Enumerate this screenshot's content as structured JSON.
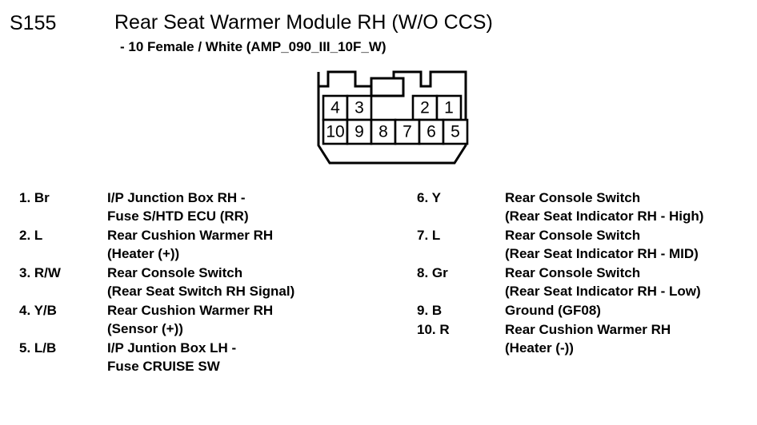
{
  "header": {
    "connector_id": "S155",
    "module_title": "Rear Seat Warmer Module RH (W/O CCS)",
    "module_subtitle": "- 10 Female / White (AMP_090_III_10F_W)"
  },
  "connector": {
    "type": "female-connector-face-view",
    "pin_count": 10,
    "top_row": [
      "4",
      "3",
      "",
      "",
      "2",
      "1"
    ],
    "bottom_row": [
      "10",
      "9",
      "8",
      "7",
      "6",
      "5"
    ],
    "colors": {
      "outline": "#000000",
      "fill": "#ffffff"
    }
  },
  "pinout": {
    "left": [
      {
        "label": "1. Br",
        "lines": [
          "I/P Junction Box RH -",
          "Fuse S/HTD ECU (RR)"
        ]
      },
      {
        "label": "2. L",
        "lines": [
          "Rear Cushion Warmer RH",
          "(Heater (+))"
        ]
      },
      {
        "label": "3. R/W",
        "lines": [
          "Rear Console Switch",
          "(Rear Seat Switch RH Signal)"
        ]
      },
      {
        "label": "4. Y/B",
        "lines": [
          "Rear Cushion Warmer RH",
          "(Sensor (+))"
        ]
      },
      {
        "label": "5. L/B",
        "lines": [
          "I/P Juntion Box LH -",
          "Fuse CRUISE SW"
        ]
      }
    ],
    "right": [
      {
        "label": "6. Y",
        "lines": [
          "Rear Console Switch",
          "(Rear Seat Indicator RH - High)"
        ]
      },
      {
        "label": "7. L",
        "lines": [
          "Rear Console Switch",
          "(Rear Seat Indicator RH - MID)"
        ]
      },
      {
        "label": "8. Gr",
        "lines": [
          "Rear Console Switch",
          "(Rear Seat Indicator RH - Low)"
        ]
      },
      {
        "label": "9. B",
        "lines": [
          "Ground (GF08)"
        ]
      },
      {
        "label": "10. R",
        "lines": [
          "Rear Cushion Warmer RH",
          "(Heater (-))"
        ]
      }
    ]
  }
}
